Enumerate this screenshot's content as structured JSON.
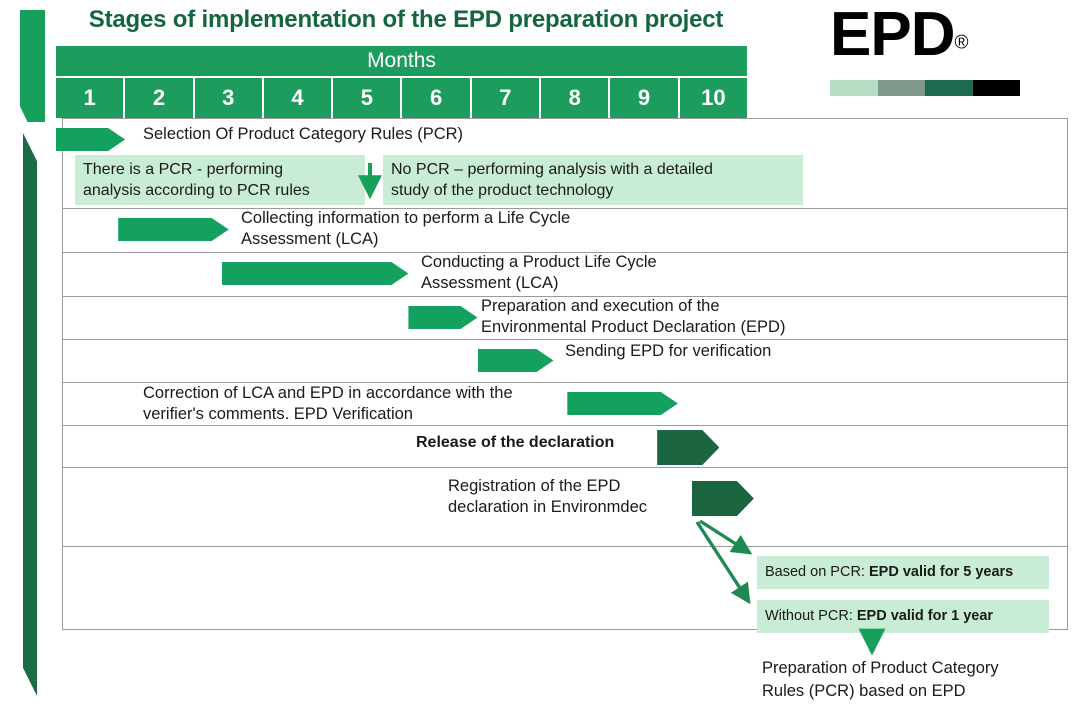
{
  "title": "Stages of implementation of the EPD preparation project",
  "logo": {
    "word": "EPD",
    "registered": "®",
    "swatch_colors": [
      "#b6dcc4",
      "#7e998c",
      "#1e6a4e",
      "#000000"
    ]
  },
  "colors": {
    "green": "#14a05e",
    "dark_green": "#1b6640",
    "header_green": "#1c9d5d",
    "title_green": "#14663d",
    "light_green": "#c9ecd6",
    "border_gray": "#9a9a9a"
  },
  "timeline": {
    "header_label": "Months",
    "months": [
      "1",
      "2",
      "3",
      "4",
      "5",
      "6",
      "7",
      "8",
      "9",
      "10"
    ]
  },
  "stages": [
    {
      "id": "pcr-selection",
      "label": "Selection Of Product Category Rules (PCR)",
      "bar_start_month": 1.0,
      "bar_end_month": 2.0,
      "bar_color": "#14a05e",
      "bold": false
    },
    {
      "id": "collecting-information",
      "label": "Collecting information to perform a Life Cycle\nAssessment (LCA)",
      "bar_start_month": 1.9,
      "bar_end_month": 3.5,
      "bar_color": "#14a05e",
      "bold": false
    },
    {
      "id": "conducting-lca",
      "label": "Conducting a Product Life Cycle\nAssessment (LCA)",
      "bar_start_month": 3.4,
      "bar_end_month": 6.1,
      "bar_color": "#14a05e",
      "bold": false
    },
    {
      "id": "epd-preparation",
      "label": "Preparation and execution of the\nEnvironmental Product Declaration (EPD)",
      "bar_start_month": 6.1,
      "bar_end_month": 7.1,
      "bar_color": "#14a05e",
      "bold": false
    },
    {
      "id": "sending-epd",
      "label": "Sending EPD for verification",
      "bar_start_month": 7.1,
      "bar_end_month": 8.2,
      "bar_color": "#14a05e",
      "bold": false
    },
    {
      "id": "correction-verification",
      "label": "Correction of LCA and EPD in accordance with the\nverifier's comments. EPD Verification",
      "bar_start_month": 8.4,
      "bar_end_month": 10.0,
      "bar_color": "#14a05e",
      "bold": false
    },
    {
      "id": "release-declaration",
      "label": "Release of the declaration",
      "bar_start_month": 9.7,
      "bar_end_month": 10.6,
      "bar_color": "#1b6640",
      "bold": true
    },
    {
      "id": "registration-environmdec",
      "label": "Registration of the EPD\ndeclaration in Environmdec",
      "bar_start_month": 10.2,
      "bar_end_month": 11.1,
      "bar_color": "#1b6640",
      "bold": false
    }
  ],
  "branch_notes": {
    "left": "There is a PCR - performing\nanalysis according to PCR rules",
    "right": "No PCR – performing analysis with a detailed\nstudy of the product technology"
  },
  "validity_outcomes": [
    {
      "id": "with-pcr",
      "prefix": "Based on PCR: ",
      "value": "EPD valid for 5 years"
    },
    {
      "id": "without-pcr",
      "prefix": "Without PCR: ",
      "value": "EPD valid for 1 year"
    }
  ],
  "bottom_note": "Preparation of Product Category\nRules (PCR) based on EPD",
  "icons": {
    "down_arrow": "down-arrow-icon",
    "branch_arrow": "branch-arrow-icon"
  }
}
